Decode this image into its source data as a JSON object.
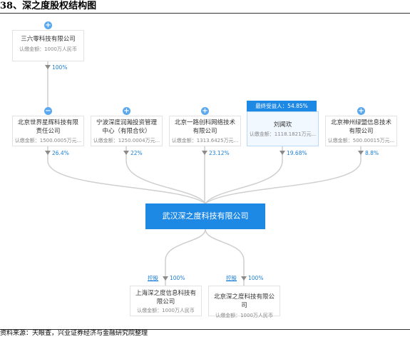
{
  "title": "38、深之度股权结构图",
  "footnote": "资料来源：天眼查，兴业证券经济与金融研究院整理",
  "colors": {
    "accent": "#1e88e5",
    "line": "#cfcfcf",
    "percent": "#1a7fd6"
  },
  "top_shareholder": {
    "name": "三六零科技有限公司",
    "capital": "认缴金额：1000万人民币",
    "percent": "100%"
  },
  "shareholders": [
    {
      "name": "北京世界星辉科技有限责任公司",
      "capital": "认缴金额：1500.0005万元...",
      "percent": "26.4%"
    },
    {
      "name": "宁波深度润瀚投资管理中心（有限合伙）",
      "capital": "认缴金额：1250.0004万元...",
      "percent": "22%"
    },
    {
      "name": "北京一路创科网络技术有限公司",
      "capital": "认缴金额：1313.6425万元...",
      "percent": "23.12%"
    },
    {
      "name": "刘闻欢",
      "capital": "认缴金额：1118.1821万元...",
      "percent": "19.68%",
      "badge": "最终受益人：54.85%"
    },
    {
      "name": "北京神州绿盟信息技术有限公司",
      "capital": "认缴金额：500.00015万元...",
      "percent": "8.8%"
    }
  ],
  "center": {
    "name": "武汉深之度科技有限公司"
  },
  "subsidiaries": [
    {
      "name": "上海深之度信息科技有限公司",
      "capital": "认缴金额：1000万人民币",
      "percent": "100%",
      "control": "控股"
    },
    {
      "name": "北京深之度科技有限公司",
      "capital": "认缴金额：1000万人民币",
      "percent": "100%",
      "control": "控股"
    }
  ]
}
